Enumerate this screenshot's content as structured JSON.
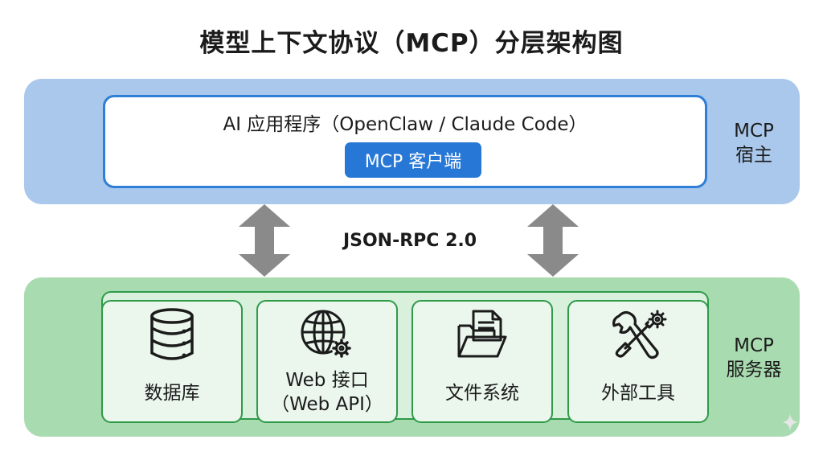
{
  "title": "模型上下文协议（MCP）分层架构图",
  "host": {
    "app_title": "AI 应用程序（OpenClaw / Claude Code）",
    "client_badge": "MCP 客户端",
    "side_label_line1": "MCP",
    "side_label_line2": "宿主"
  },
  "protocol": "JSON-RPC 2.0",
  "server": {
    "side_label_line1": "MCP",
    "side_label_line2": "服务器",
    "cards": [
      {
        "icon": "database-icon",
        "label_line1": "数据库",
        "label_line2": ""
      },
      {
        "icon": "globe-gear-icon",
        "label_line1": "Web 接口",
        "label_line2": "（Web API）"
      },
      {
        "icon": "folder-file-icon",
        "label_line1": "文件系统",
        "label_line2": ""
      },
      {
        "icon": "tools-icon",
        "label_line1": "外部工具",
        "label_line2": ""
      }
    ]
  },
  "colors": {
    "host_band": "#a9c8ec",
    "host_border": "#2f7fd6",
    "client_badge": "#2677d6",
    "server_band": "#a9dbb0",
    "server_border": "#2e9a48",
    "arrow": "#8a8a8a"
  }
}
